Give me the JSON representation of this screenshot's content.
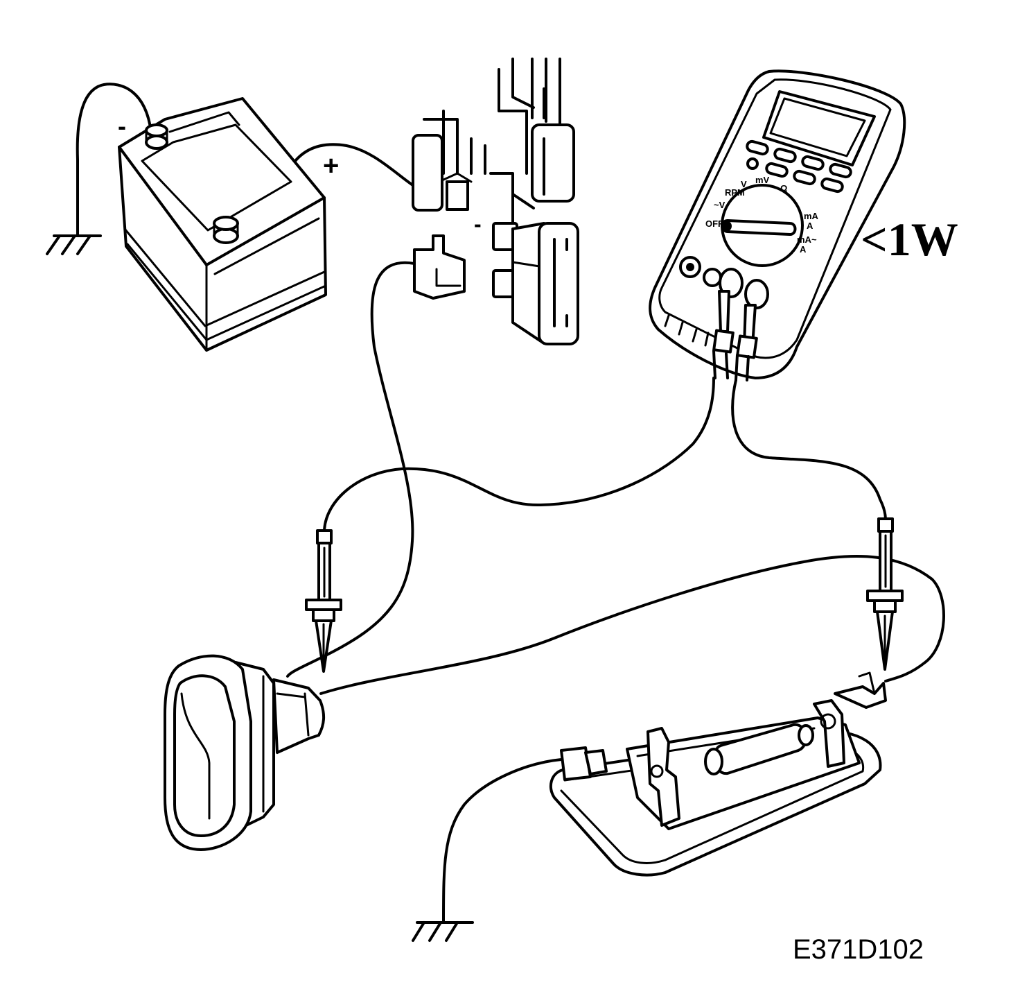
{
  "battery": {
    "minus_label": "-",
    "plus_label": "+"
  },
  "fuse_block": {
    "minus_label": "-"
  },
  "multimeter": {
    "dial_labels": {
      "dcv": "V",
      "rpm": "RPM",
      "mv": "mV",
      "ohm": "Ω",
      "acv": "~V",
      "off": "OFF",
      "ma_dc": "mA",
      "a_dc": "A",
      "ma_ac": "mA~",
      "a_ac": "A"
    },
    "reading": "<1W"
  },
  "figure_code": "E371D102"
}
